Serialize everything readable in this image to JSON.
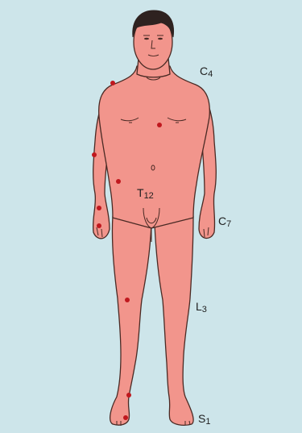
{
  "labels": {
    "c4": {
      "main": "C",
      "sub": "4"
    },
    "t12": {
      "main": "T",
      "sub": "12"
    },
    "c7": {
      "main": "C",
      "sub": "7"
    },
    "l3": {
      "main": "L",
      "sub": "3"
    },
    "s1": {
      "main": "S",
      "sub": "1"
    }
  },
  "colors": {
    "background": "#cde5ea",
    "skin": "#f2958c",
    "outline": "#4a2a24",
    "hair": "#2e2220",
    "point": "#c0181e"
  }
}
